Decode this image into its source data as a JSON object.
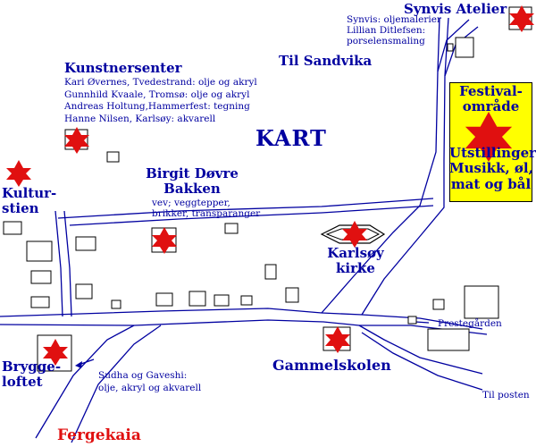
{
  "map": {
    "title": "KART",
    "colors": {
      "text": "#0000a0",
      "star": "#e01010",
      "festival_bg": "#ffff00",
      "road": "#0000a0"
    }
  },
  "synvis": {
    "title": "Synvis Atelier",
    "lines": [
      "Synvis: oljemalerier",
      "Lillian Ditlefsen:",
      "porselensmaling"
    ]
  },
  "sandvika": {
    "label": "Til Sandvika"
  },
  "festival": {
    "title_line1": "Festival-",
    "title_line2": "område",
    "lines": [
      "Utstillinger",
      "Musikk, øl,",
      "mat og bål"
    ]
  },
  "kunstnersenter": {
    "title": "Kunstnersenter",
    "lines": [
      "Kari Øvernes, Tvedestrand: olje og akryl",
      "Gunnhild Kvaale, Tromsø: olje og akryl",
      "Andreas Holtung,Hammerfest: tegning",
      "Hanne Nilsen, Karlsøy: akvarell"
    ]
  },
  "kulturstien": {
    "line1": "Kultur-",
    "line2": "stien"
  },
  "birgit": {
    "title_line1": "Birgit Døvre",
    "title_line2": "Bakken",
    "lines": [
      "vev; veggtepper,",
      "brikker, transparanger"
    ]
  },
  "kirke": {
    "line1": "Karlsøy",
    "line2": "kirke"
  },
  "prestegarden": {
    "label": "Prestegården"
  },
  "brygge": {
    "line1": "Brygge-",
    "line2": "loftet"
  },
  "sudha": {
    "line1": "Sudha og Gaveshi:",
    "line2": "olje, akryl og akvarell"
  },
  "gammelskolen": {
    "label": "Gammelskolen"
  },
  "posten": {
    "label": "Til posten"
  },
  "fergekaia": {
    "label": "Fergekaia"
  }
}
